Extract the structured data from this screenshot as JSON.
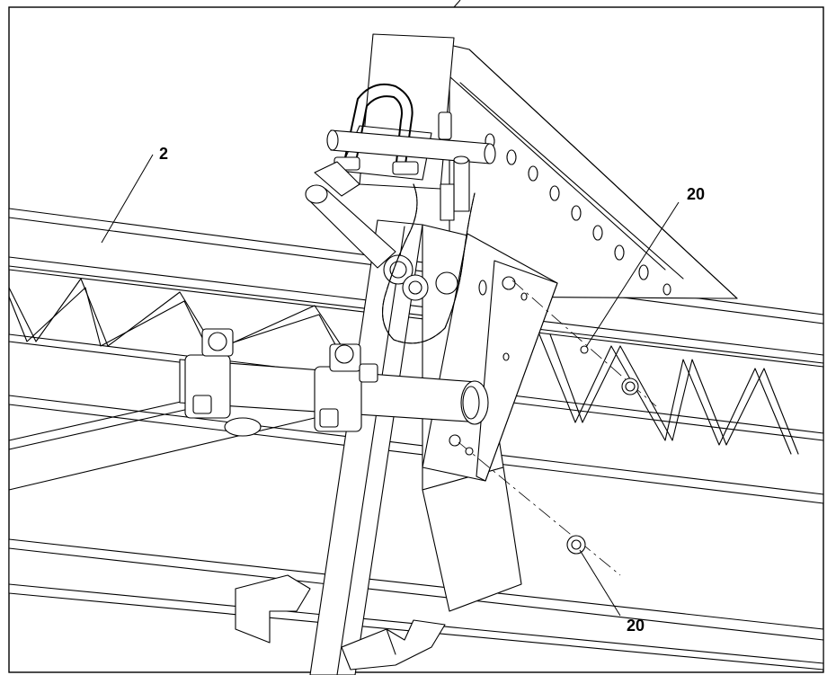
{
  "callouts": [
    {
      "id": "beam",
      "text": "2"
    },
    {
      "id": "bolt-upper",
      "text": "20"
    },
    {
      "id": "bolt-lower",
      "text": "20"
    }
  ]
}
